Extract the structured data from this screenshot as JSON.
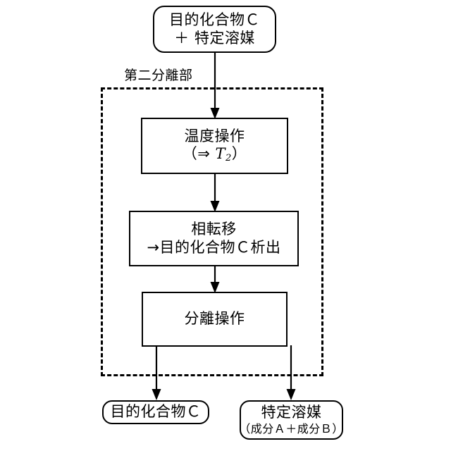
{
  "diagram": {
    "title_label": "第二分離部",
    "nodes": {
      "input": {
        "line1": "目的化合物Ｃ",
        "line2": "＋ 特定溶媒"
      },
      "step_temperature": {
        "line1": "温度操作",
        "line2_prefix": "（⇒ ",
        "line2_var": "T",
        "line2_sub": "2",
        "line2_suffix": "）"
      },
      "step_phase_transition": {
        "line1": "相転移",
        "line2": "→目的化合物Ｃ析出"
      },
      "step_separation": {
        "line1": "分離操作"
      },
      "output_product": {
        "line1": "目的化合物Ｃ"
      },
      "output_solvent": {
        "line1": "特定溶媒",
        "line2": "（成分Ａ＋成分Ｂ）"
      }
    },
    "colors": {
      "stroke": "#000000",
      "background": "#ffffff"
    }
  }
}
